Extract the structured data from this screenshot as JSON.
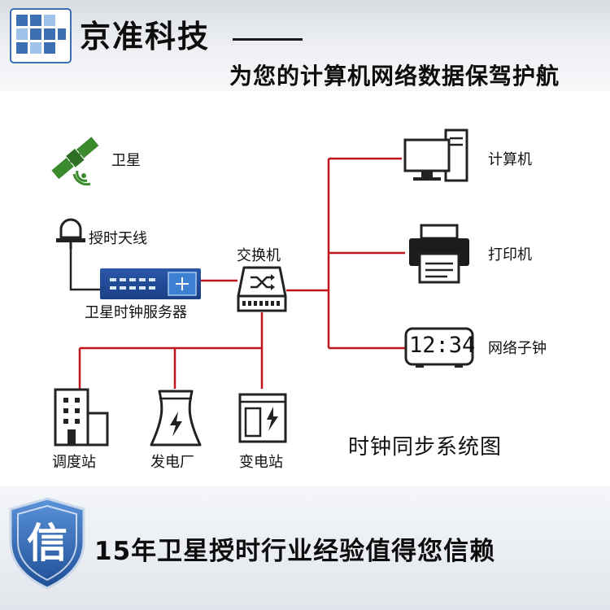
{
  "header": {
    "brand": "京准科技",
    "slogan": "为您的计算机网络数据保驾护航"
  },
  "diagram": {
    "title": "时钟同步系统图",
    "nodes": {
      "satellite": "卫星",
      "antenna": "授时天线",
      "server": "卫星时钟服务器",
      "switch": "交换机",
      "computer": "计算机",
      "printer": "打印机",
      "net_clock": "网络子钟",
      "clock_display": "12:34",
      "dispatch": "调度站",
      "power_plant": "发电厂",
      "substation": "变电站"
    },
    "line_color": "#c0151b"
  },
  "footer": {
    "badge_char": "信",
    "text": "15年卫星授时行业经验值得您信赖"
  },
  "colors": {
    "logo_blue": "#3d6fb4",
    "server_blue": "#1f4a98",
    "satellite_green": "#3b8a2e",
    "shield_blue": "#2d66b0"
  }
}
